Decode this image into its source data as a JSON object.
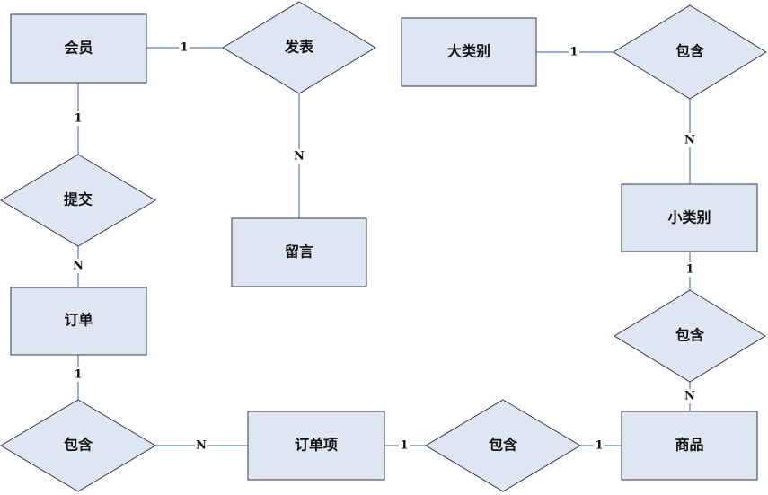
{
  "diagram": {
    "entities": {
      "member": "会员",
      "category_major": "大类别",
      "message": "留言",
      "category_minor": "小类别",
      "order": "订单",
      "order_item": "订单项",
      "product": "商品"
    },
    "relations": {
      "publish": "发表",
      "contains_major_minor": "包含",
      "submit": "提交",
      "contains_minor_product": "包含",
      "contains_order_item": "包含",
      "contains_item_product": "包含"
    },
    "cardinalities": {
      "member_publish": "1",
      "publish_message": "N",
      "member_submit": "1",
      "submit_order": "N",
      "major_contains": "1",
      "contains_minor": "N",
      "minor_contains": "1",
      "contains_product": "N",
      "order_contains": "1",
      "contains_order_item": "N",
      "order_item_contains": "1",
      "contains_product_bottom": "1"
    }
  }
}
